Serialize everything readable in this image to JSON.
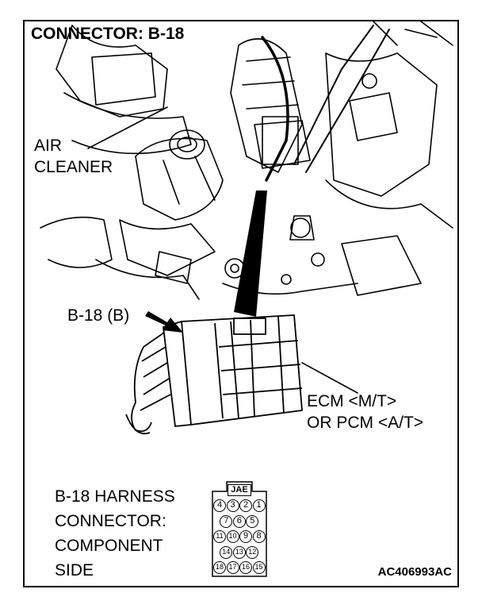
{
  "title": "CONNECTOR: B-18",
  "labels": {
    "air_cleaner": [
      "AIR",
      "CLEANER"
    ],
    "connector_callout": "B-18 (B)",
    "ecm": [
      "ECM <M/T>",
      "OR PCM <A/T>"
    ],
    "harness": [
      "B-18 HARNESS",
      "CONNECTOR:",
      "COMPONENT",
      "SIDE"
    ],
    "figure_code": "AC406993AC"
  },
  "connector": {
    "maker": "JAE",
    "rows": [
      [
        "4",
        "3",
        "2",
        "1"
      ],
      [
        "7",
        "6",
        "5"
      ],
      [
        "11",
        "10",
        "9",
        "8"
      ],
      [
        "14",
        "13",
        "12"
      ],
      [
        "18",
        "17",
        "16",
        "15"
      ]
    ]
  }
}
